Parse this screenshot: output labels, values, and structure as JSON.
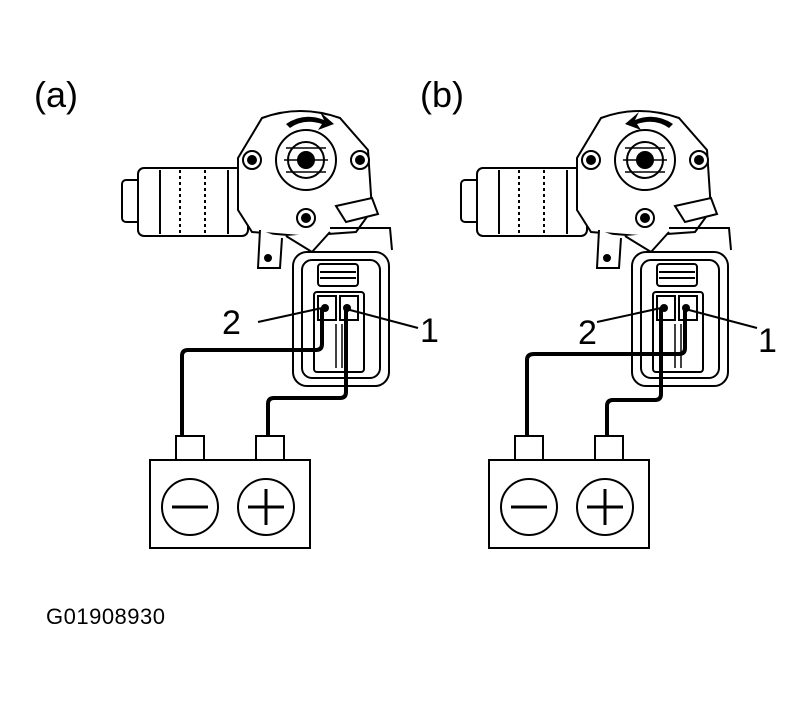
{
  "panels": [
    {
      "label": "(a)",
      "pin_left": "2",
      "pin_right": "1",
      "rotation": "clockwise"
    },
    {
      "label": "(b)",
      "pin_left": "2",
      "pin_right": "1",
      "rotation": "counterclockwise"
    }
  ],
  "figure_id": "G01908930",
  "battery_terminals": [
    "negative-terminal",
    "positive-terminal"
  ]
}
